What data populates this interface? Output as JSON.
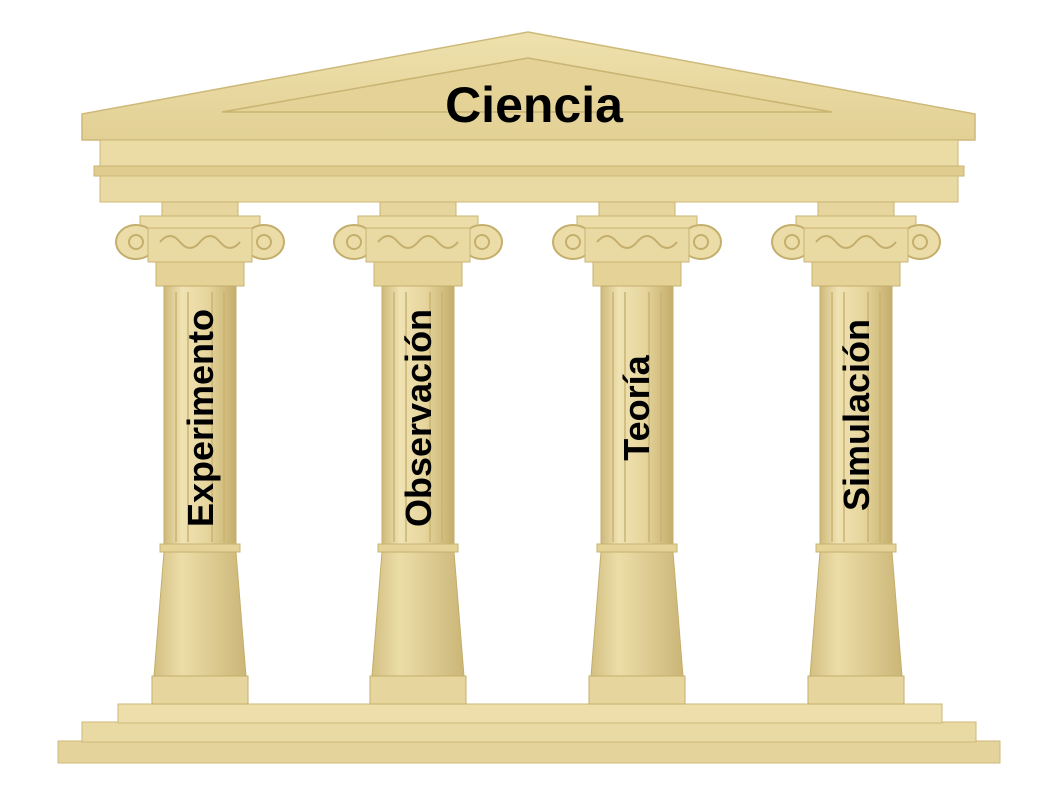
{
  "title": "Ciencia",
  "pillars": [
    {
      "label": "Experimento"
    },
    {
      "label": "Observación"
    },
    {
      "label": "Teoría"
    },
    {
      "label": "Simulación"
    }
  ],
  "colors": {
    "stone": "#e9d9a3",
    "stone_light": "#f3e7bd",
    "stone_shadow": "#cdb97a",
    "stone_dark": "#b9a460",
    "text": "#000000"
  }
}
